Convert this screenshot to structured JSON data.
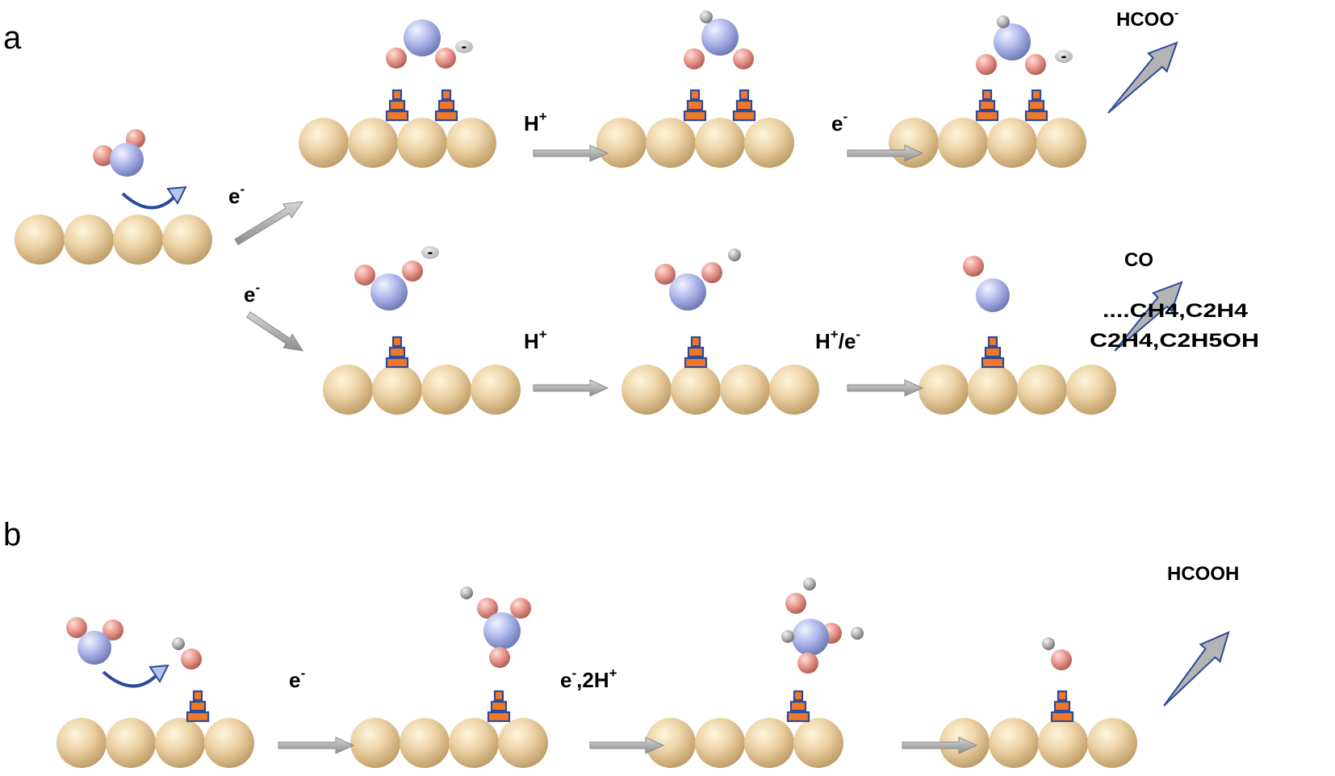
{
  "panels": {
    "a": "a",
    "b": "b"
  },
  "labels": {
    "a_top_step1": {
      "base": "e",
      "sup": "-"
    },
    "a_top_step2": {
      "base": "H",
      "sup": "+"
    },
    "a_top_step3": {
      "base": "e",
      "sup": "-"
    },
    "a_top_product": {
      "base": "HCOO",
      "sup": "-"
    },
    "a_bottom_step1": {
      "base": "e",
      "sup": "-"
    },
    "a_bottom_step2": {
      "base": "H",
      "sup": "+"
    },
    "a_bottom_step3": {
      "base": "H",
      "sup": "+",
      "mid": "/e",
      "sup2": "-"
    },
    "a_bottom_product_main": "CO",
    "a_bottom_product_line2": "....CH4,C2H4",
    "a_bottom_product_line3": "C2H4,C2H5OH",
    "b_step1": {
      "base": "e",
      "sup": "-"
    },
    "b_step2": {
      "base": "e",
      "sup": "-",
      "mid": ",2H",
      "sup2": "+"
    },
    "b_product": "HCOOH"
  },
  "charges": {
    "top_species1": "-",
    "top_species3": "-",
    "bottom_species1": "-"
  },
  "colors": {
    "surface_atom": "#e8cc9c",
    "oxygen": "#e49a90",
    "carbon": "#aab4e8",
    "hydrogen": "#b8b8b8",
    "linker_fill": "#f07828",
    "linker_stroke": "#2c4a9c",
    "arrow_fill": "#b4b4b4",
    "curved_arrow": "#2c4a9c"
  }
}
